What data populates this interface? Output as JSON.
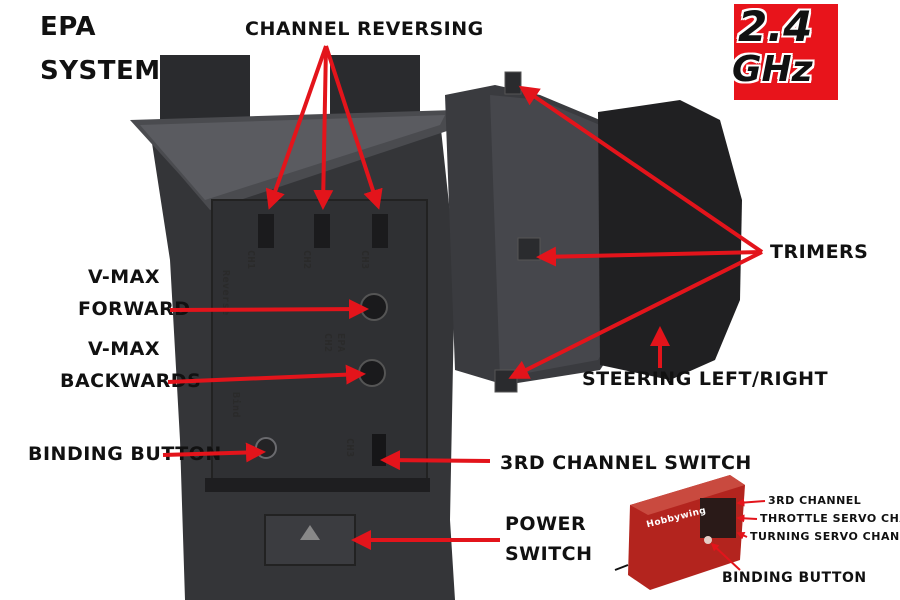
{
  "title": {
    "line1": "EPA",
    "line2": "SYSTEM"
  },
  "badge": {
    "line1": "2.4",
    "line2": "GHz",
    "color": "#e8141b"
  },
  "labels": {
    "channel_reversing": "CHANNEL REVERSING",
    "trimers": "TRIMERS",
    "vmax_forward_1": "V-MAX",
    "vmax_forward_2": "FORWARD",
    "vmax_backwards_1": "V-MAX",
    "vmax_backwards_2": "BACKWARDS",
    "steering": "STEERING LEFT/RIGHT",
    "binding_button": "BINDING BUTTON",
    "third_channel_switch": "3RD CHANNEL SWITCH",
    "power_1": "POWER",
    "power_2": "SWITCH"
  },
  "panel_markings": {
    "ch1": "CH1",
    "ch2": "CH2",
    "ch3": "CH3",
    "reverse": "Reverse",
    "ch2_epa_1": "CH2",
    "ch2_epa_2": "EPA",
    "bind": "Bind",
    "ch3_switch": "CH3"
  },
  "receiver": {
    "brand": "Hobbywing",
    "labels": {
      "third_channel": "3RD CHANNEL",
      "throttle": "THROTTLE SERVO CHANNEL",
      "turning": "TURNING SERVO CHANNEL",
      "binding": "BINDING BUTTON"
    }
  },
  "colors": {
    "arrow": "#e3141b",
    "device_dark": "#2c2d30",
    "device_mid": "#3d3e42",
    "foam": "#1f1f21",
    "receiver": "#b3241e"
  }
}
